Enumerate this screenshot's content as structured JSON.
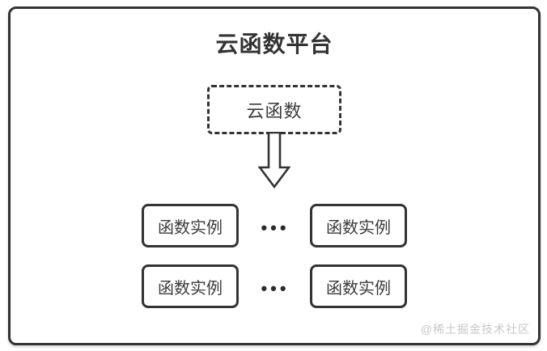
{
  "diagram": {
    "title": "云函数平台",
    "cloud_function": {
      "label": "云函数"
    },
    "instances": [
      {
        "label": "函数实例"
      },
      {
        "label": "函数实例"
      },
      {
        "label": "函数实例"
      },
      {
        "label": "函数实例"
      }
    ],
    "ellipsis": "•••",
    "arrow_direction": "down",
    "watermark": "@稀土掘金技术社区",
    "colors": {
      "border": "#333333",
      "text": "#3a3a3a",
      "background": "#ffffff",
      "watermark": "#c7c7c7"
    }
  }
}
